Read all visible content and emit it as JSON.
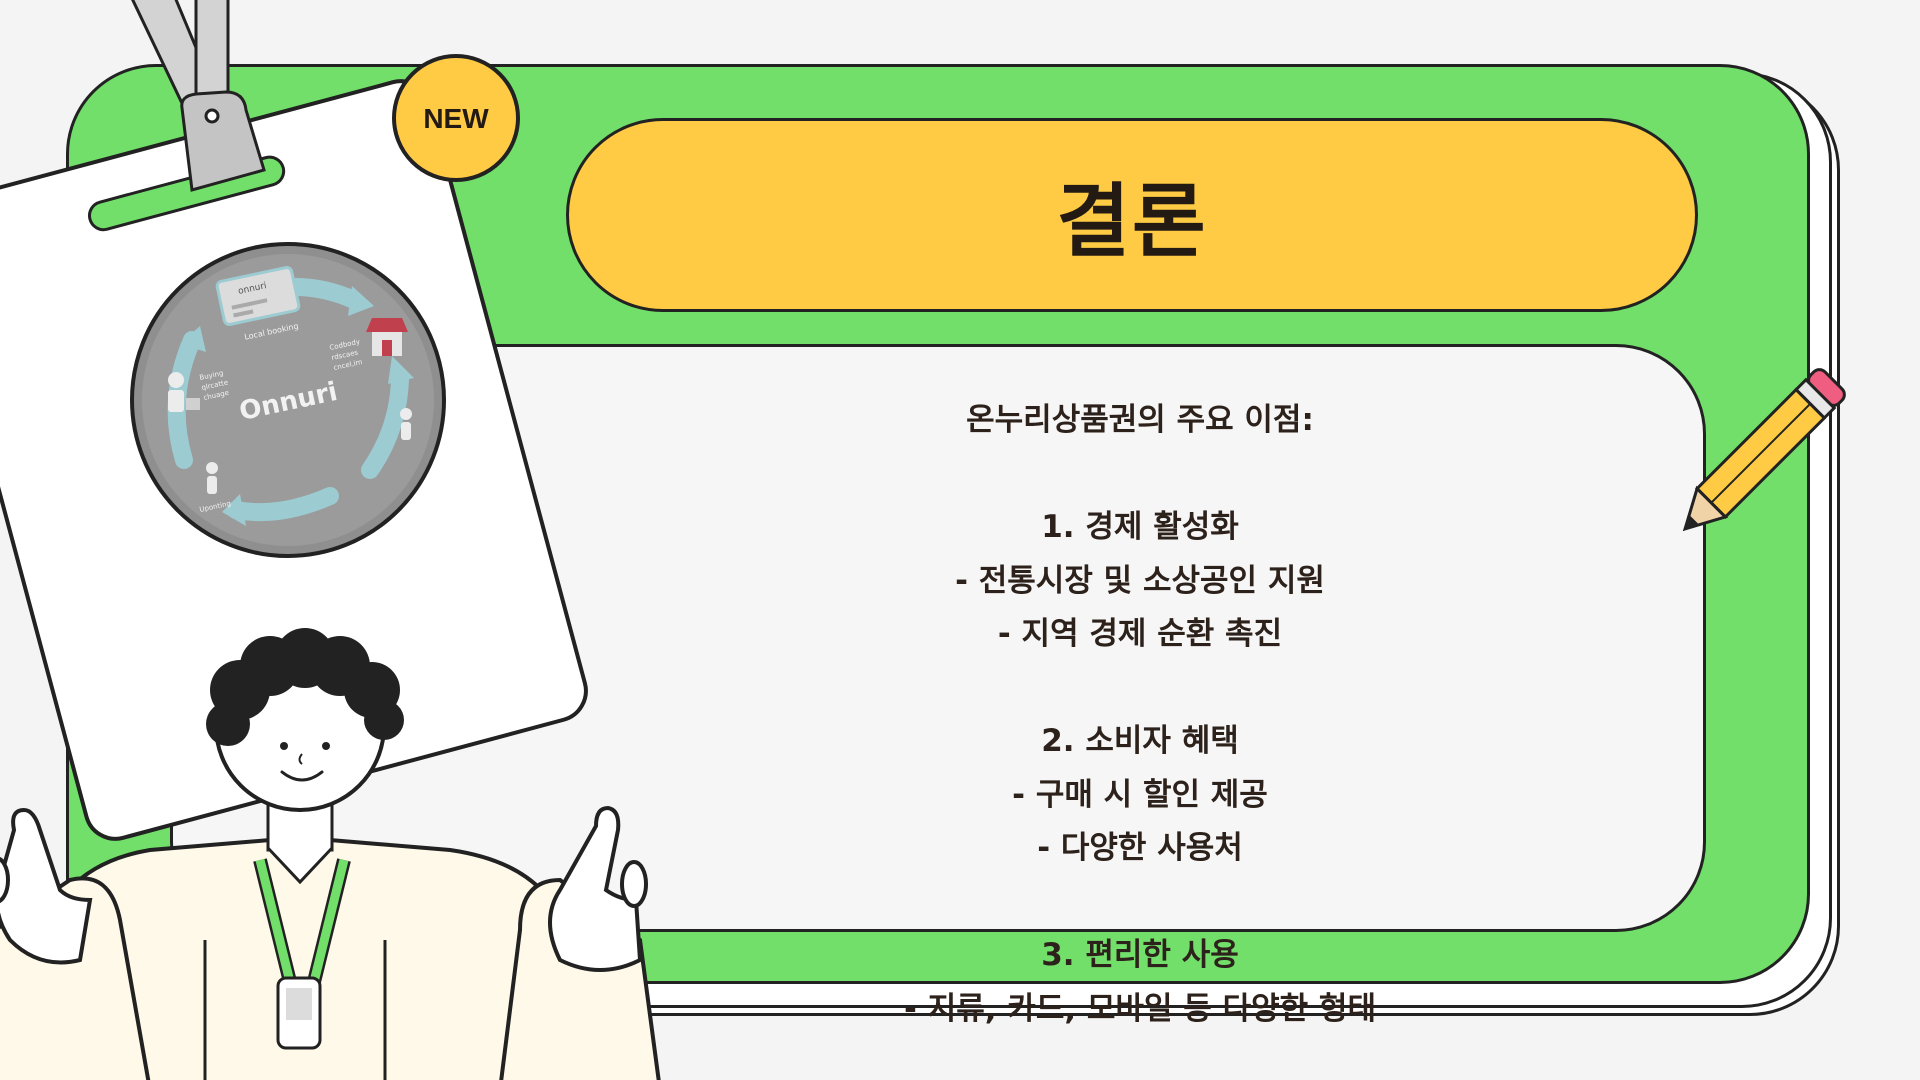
{
  "slide": {
    "title": "결론",
    "badge": "NEW",
    "content_lines": [
      "온누리상품권의 주요 이점:",
      "",
      "1. 경제 활성화",
      "- 전통시장 및 소상공인 지원",
      "- 지역 경제 순환 촉진",
      "",
      "2. 소비자 혜택",
      "- 구매 시 할인 제공",
      "- 다양한 사용처",
      "",
      "3. 편리한 사용",
      "- 지류, 카드, 모바일 등 다양한 형태"
    ],
    "badge_image": {
      "center_label": "Onnuri",
      "card_label": "onnuri",
      "top_label": "Local booking",
      "right_labels": [
        "Codbody",
        "rdscaes",
        "cncel,im"
      ],
      "left_labels": [
        "Buying",
        "qlrcatte",
        "chuage"
      ],
      "bottom_label": "Uponting"
    }
  },
  "colors": {
    "board_green": "#72df6a",
    "title_yellow": "#ffcb45",
    "badge_yellow": "#ffcb45",
    "ink": "#222222",
    "pencil_pink": "#ef5d80"
  }
}
